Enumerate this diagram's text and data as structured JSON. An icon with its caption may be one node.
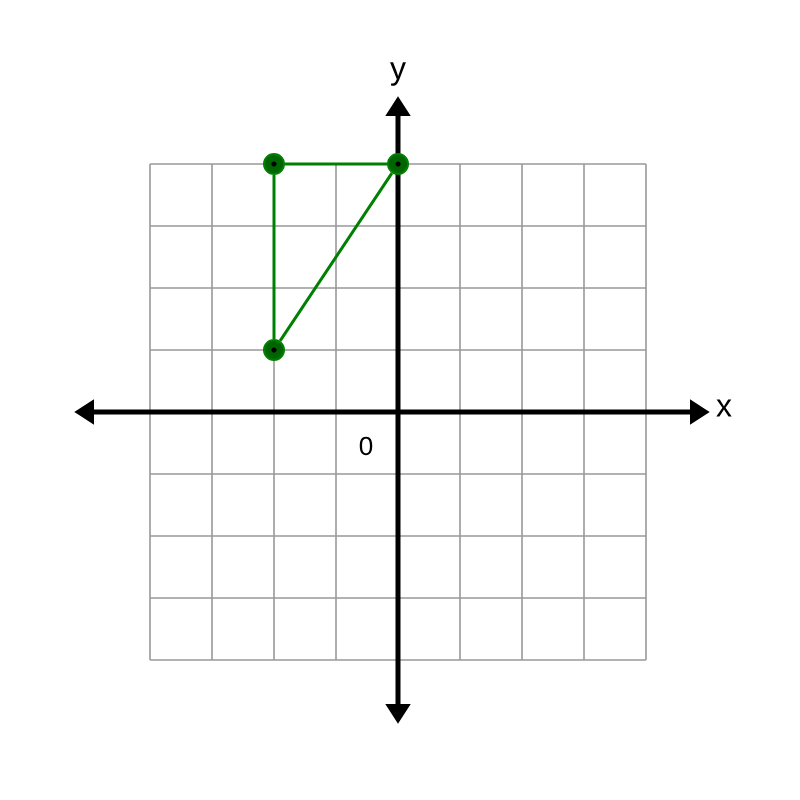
{
  "diagram": {
    "nodes": [
      {
        "text": [],
        "shape": "circle"
      },
      {
        "text": [],
        "shape": "circle"
      },
      {
        "text": [],
        "shape": "circle"
      }
    ],
    "edges": [
      {
        "from": 0,
        "to": 1,
        "arrow": "none"
      },
      {
        "from": 0,
        "to": 2,
        "arrow": "none"
      },
      {
        "from": 2,
        "to": 1,
        "arrow": "none"
      }
    ],
    "labels": [
      "y",
      "x",
      "0"
    ]
  }
}
